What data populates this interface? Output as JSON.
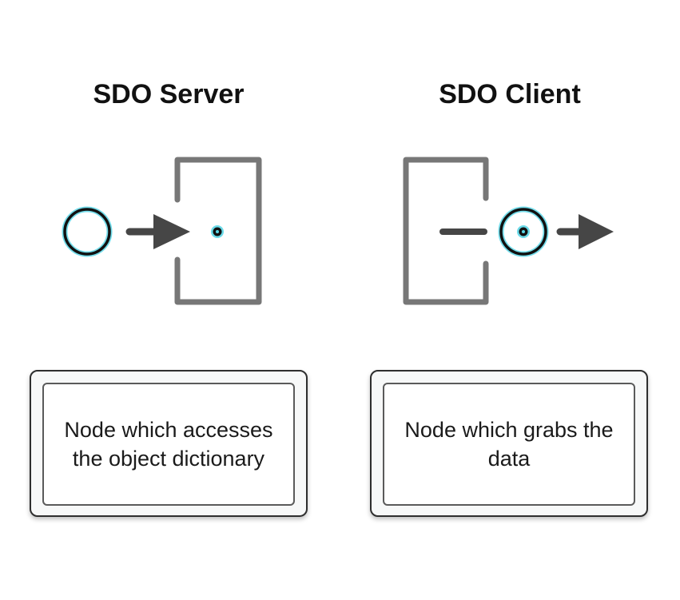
{
  "server": {
    "title": "SDO Server",
    "description": "Node which accesses the object dictionary"
  },
  "client": {
    "title": "SDO Client",
    "description": "Node which grabs the data"
  },
  "colors": {
    "bracket": "#777777",
    "arrow": "#464646",
    "ring_glow": "#5ad6e6",
    "ring_dark": "#111111",
    "text": "#111111"
  }
}
